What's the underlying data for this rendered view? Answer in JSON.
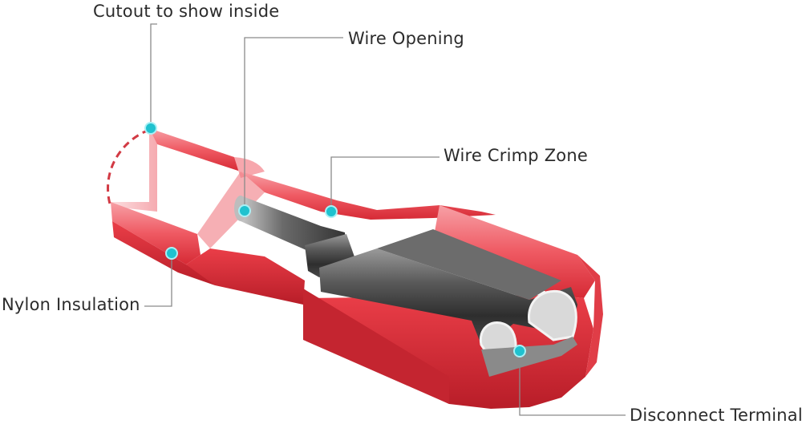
{
  "labels": {
    "cutout": "Cutout to show inside",
    "wire_opening": "Wire Opening",
    "wire_crimp_zone": "Wire Crimp Zone",
    "nylon_insulation": "Nylon Insulation",
    "disconnect_terminal": "Disconnect Terminal"
  },
  "colors": {
    "insulation": "#e8323c",
    "insulation_light": "#f47b82",
    "insulation_dark": "#b51e28",
    "metal": "#6f6f6f",
    "metal_dark": "#2f2f2f",
    "marker": "#1fc2cf",
    "leader_line": "#7a7a7a"
  }
}
